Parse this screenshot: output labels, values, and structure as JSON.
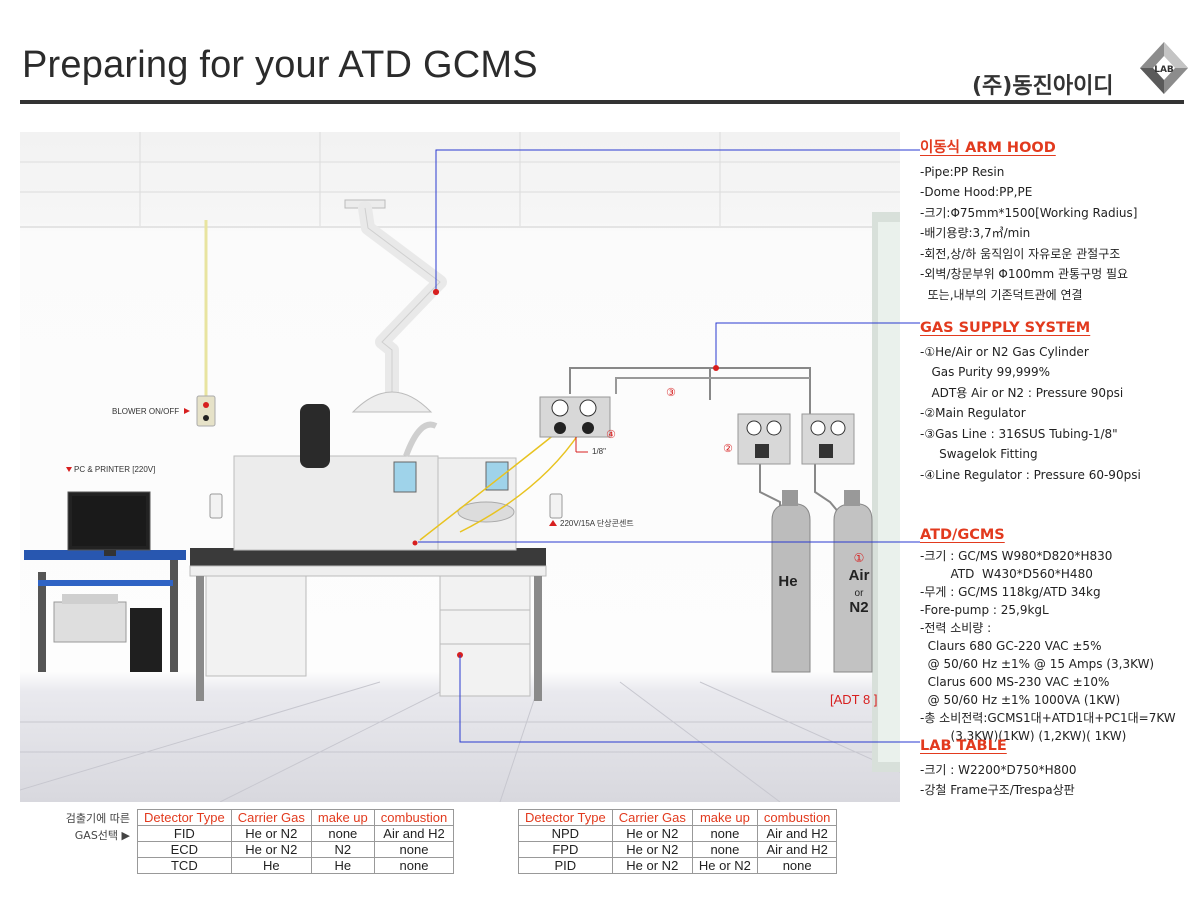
{
  "header": {
    "title": "Preparing for your ATD GCMS",
    "company": "(주)동진아이디",
    "logo_text": "LAB"
  },
  "scene_labels": {
    "blower": "BLOWER ON/OFF",
    "pc_printer": "PC & PRINTER [220V]",
    "outlet": "220V/15A 단상콘센트",
    "tubing": "1/8\"",
    "marker_3": "③",
    "marker_2": "②",
    "marker_4": "④",
    "marker_1": "①",
    "cyl_he": "He",
    "cyl_air": "Air",
    "cyl_or": "or",
    "cyl_n2": "N2",
    "adt": "[ADT 8 ]"
  },
  "arm_hood": {
    "heading": "이동식 ARM HOOD",
    "lines": [
      "-Pipe:PP Resin",
      "-Dome Hood:PP,PE",
      "-크기:Φ75mm*1500[Working Radius]",
      "-배기용량:3,7㎥/min",
      "-회전,상/하 움직임이 자유로운 관절구조",
      "-외벽/창문부위 Φ100mm 관통구멍 필요",
      "  또는,내부의 기존덕트관에 연결"
    ]
  },
  "gas_supply": {
    "heading": "GAS SUPPLY SYSTEM",
    "lines": [
      "-①He/Air or N2 Gas Cylinder",
      "   Gas Purity 99,999%",
      "   ADT용 Air or N2 : Pressure 90psi",
      "-②Main Regulator",
      "-③Gas Line : 316SUS Tubing-1/8\"",
      "     Swagelok Fitting",
      "-④Line Regulator : Pressure 60-90psi"
    ]
  },
  "atd_gcms": {
    "heading": "ATD/GCMS",
    "lines": [
      "-크기 : GC/MS W980*D820*H830",
      "        ATD  W430*D560*H480",
      "-무게 : GC/MS 118kg/ATD 34kg",
      "-Fore-pump : 25,9kgL",
      "-전력 소비량 :",
      "  Claurs 680 GC-220 VAC ±5%",
      "  @ 50/60 Hz ±1% @ 15 Amps (3,3KW)",
      "  Clarus 600 MS-230 VAC ±10%",
      "  @ 50/60 Hz ±1% 1000VA (1KW)",
      "-총 소비전력:GCMS1대+ATD1대+PC1대=7KW",
      "        (3,3KW)(1KW) (1,2KW)( 1KW)"
    ]
  },
  "lab_table": {
    "heading": "LAB TABLE",
    "lines": [
      "-크기 : W2200*D750*H800",
      "-강철 Frame구조/Trespa상판"
    ]
  },
  "gas_table": {
    "caption": [
      "검출기에 따른",
      "GAS선택 ▶"
    ],
    "headers": [
      "Detector Type",
      "Carrier Gas",
      "make up",
      "combustion",
      "Detector Type",
      "Carrier Gas",
      "make up",
      "combustion"
    ],
    "rows": [
      [
        "FID",
        "He or N2",
        "none",
        "Air and H2",
        "NPD",
        "He or N2",
        "none",
        "Air and H2"
      ],
      [
        "ECD",
        "He or N2",
        "N2",
        "none",
        "FPD",
        "He or N2",
        "none",
        "Air and H2"
      ],
      [
        "TCD",
        "He",
        "He",
        "none",
        "PID",
        "He or N2",
        "He or N2",
        "none"
      ]
    ]
  },
  "colors": {
    "accent": "#e23a1e",
    "leader": "#2a3ad0"
  }
}
